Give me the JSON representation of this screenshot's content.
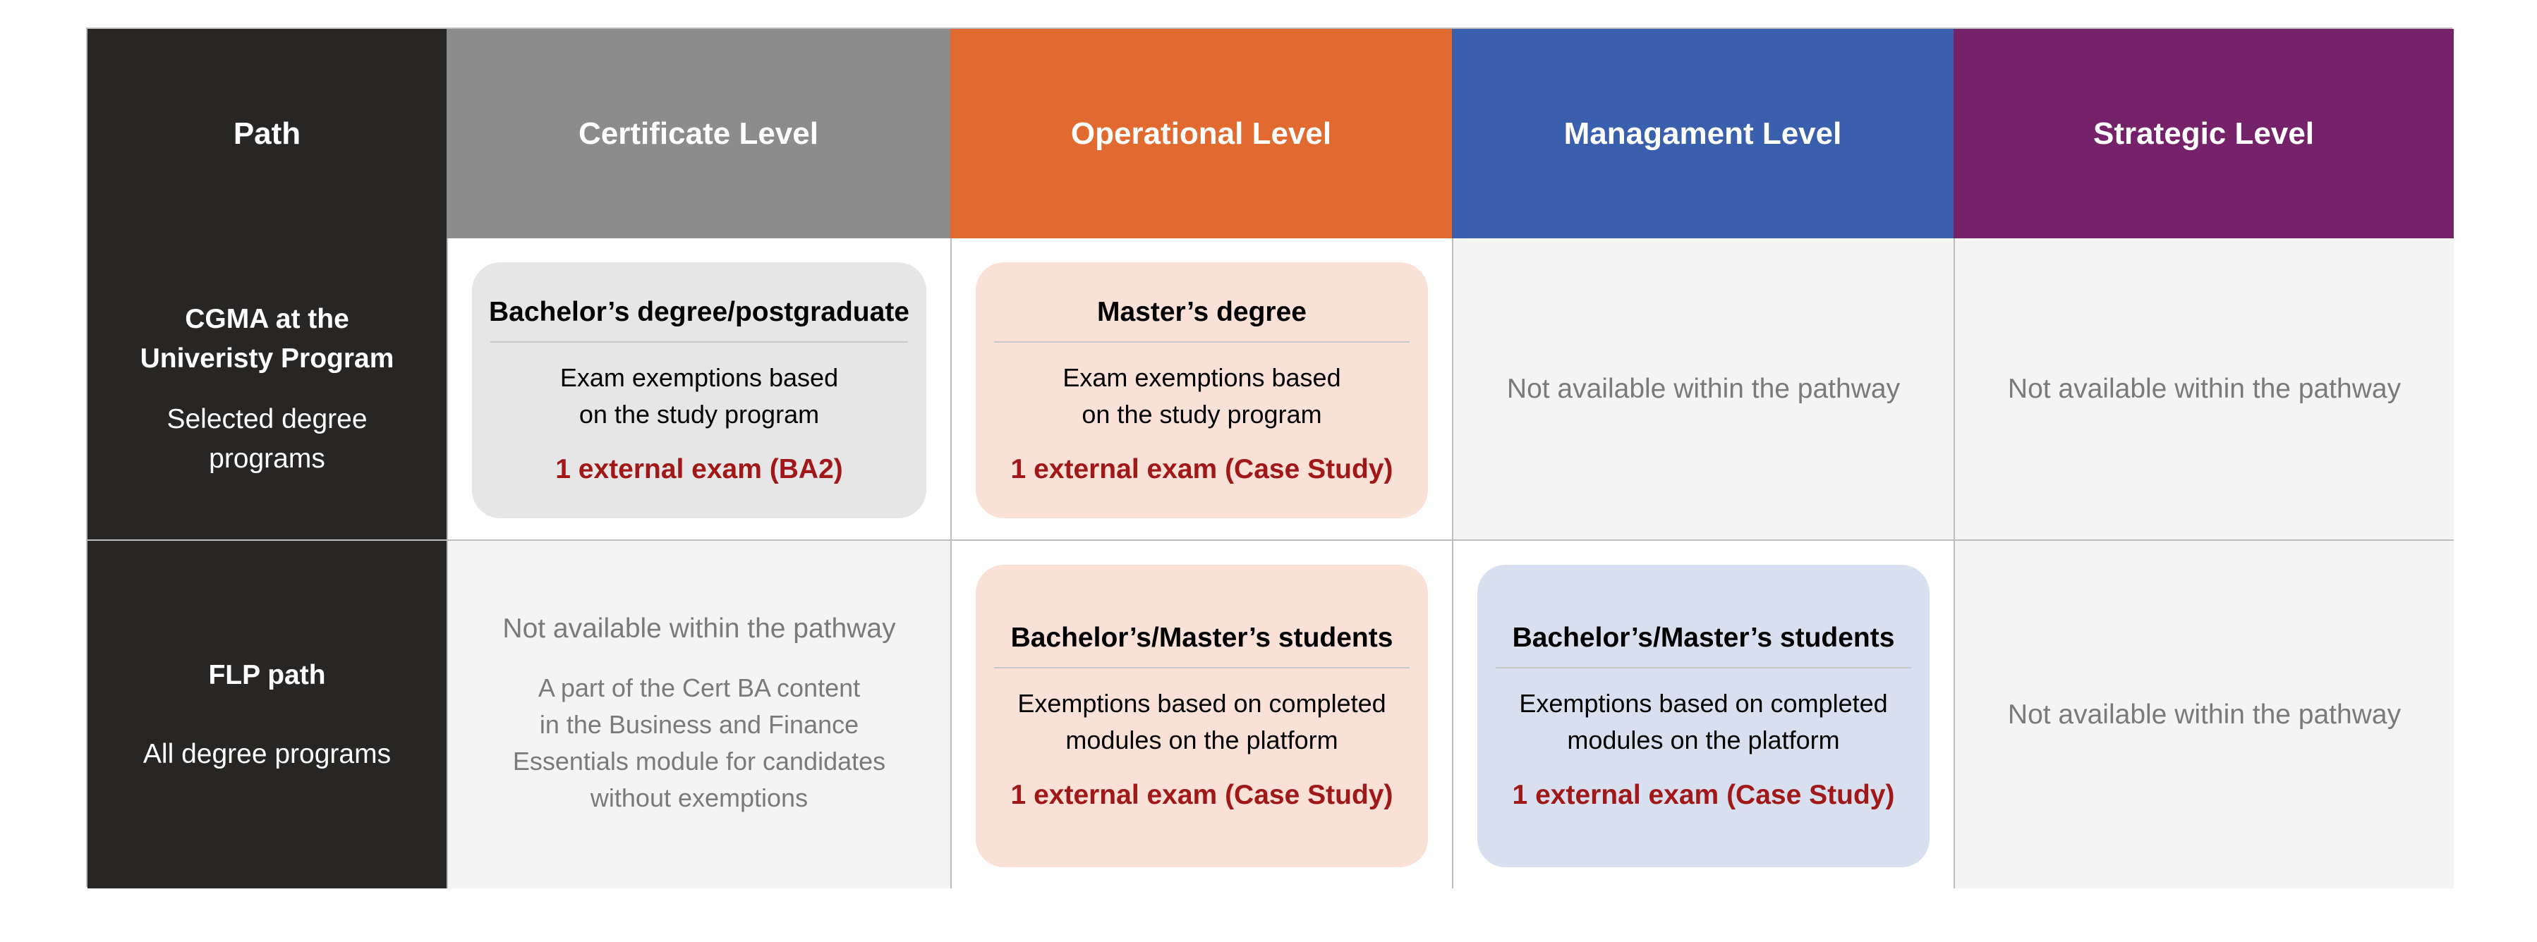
{
  "colors": {
    "path": "#272625",
    "certificate": "#8c8c8d",
    "operational": "#e06a2f",
    "management": "#3a5fad",
    "strategic": "#75226a",
    "card_grey": "#e6e6e6",
    "card_peach": "#f9e1d7",
    "card_blue": "#d8dfee",
    "exam_red": "#a01818"
  },
  "headers": {
    "path": "Path",
    "certificate": "Certificate Level",
    "operational": "Operational Level",
    "management": "Managament Level",
    "strategic": "Strategic Level"
  },
  "rows": [
    {
      "path_title": "CGMA at the\nUniveristy Program",
      "path_sub": "Selected degree\nprograms",
      "certificate": {
        "title": "Bachelor’s degree/postgraduate",
        "text": "Exam exemptions based\non the study program",
        "exam": "1 external exam (BA2)"
      },
      "operational": {
        "title": "Master’s degree",
        "text": "Exam exemptions based\non the study program",
        "exam": "1 external exam (Case Study)"
      },
      "management": "Not available within the pathway",
      "strategic": "Not available within the pathway"
    },
    {
      "path_title": "FLP path",
      "path_sub": "All degree programs",
      "certificate": {
        "na": "Not available within the pathway",
        "note": "A part of the Cert BA content\nin the Business and Finance\nEssentials module for candidates\nwithout exemptions"
      },
      "operational": {
        "title": "Bachelor’s/Master’s students",
        "text": "Exemptions based on completed\nmodules on the platform",
        "exam": "1 external exam (Case Study)"
      },
      "management": {
        "title": "Bachelor’s/Master’s students",
        "text": "Exemptions based on completed\nmodules on the platform",
        "exam": "1 external exam (Case Study)"
      },
      "strategic": "Not available within the pathway"
    }
  ]
}
